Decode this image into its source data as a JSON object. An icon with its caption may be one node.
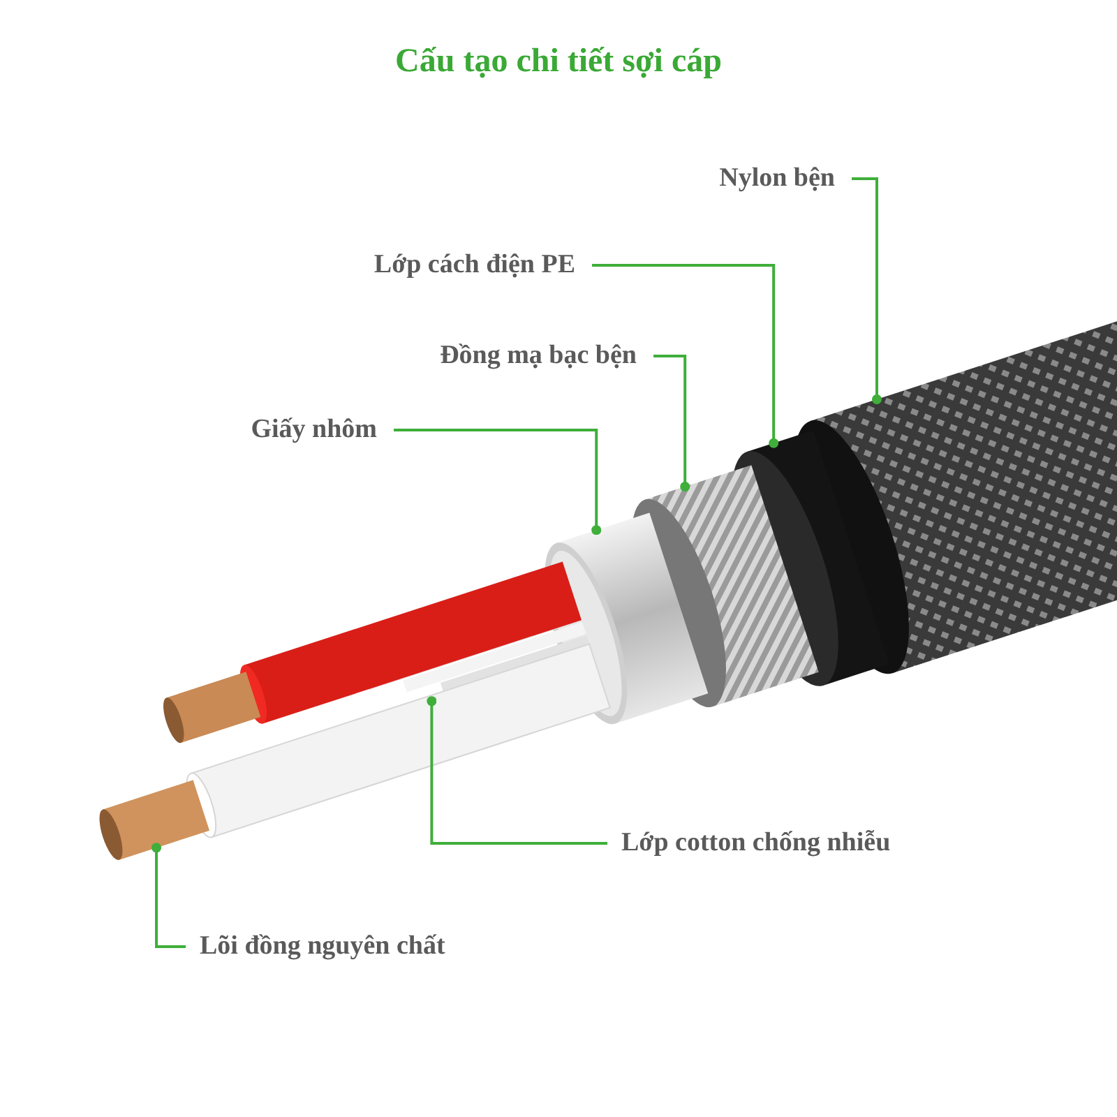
{
  "diagram": {
    "title": "Cấu tạo chi tiết sợi cáp",
    "nodes": [
      {
        "text": [
          "Nylon bện"
        ]
      },
      {
        "text": [
          "Lớp cách điện PE"
        ]
      },
      {
        "text": [
          "Đồng mạ bạc bện"
        ]
      },
      {
        "text": [
          "Giấy nhôm"
        ]
      },
      {
        "text": [
          "Lớp cotton chống nhiễu"
        ]
      },
      {
        "text": [
          "Lõi đồng nguyên chất"
        ]
      }
    ],
    "edges": [
      {
        "from": 0,
        "to": null,
        "arrow": "other"
      },
      {
        "from": 1,
        "to": null,
        "arrow": "other"
      },
      {
        "from": 2,
        "to": null,
        "arrow": "other"
      },
      {
        "from": 3,
        "to": null,
        "arrow": "other"
      },
      {
        "from": 4,
        "to": null,
        "arrow": "other"
      },
      {
        "from": 5,
        "to": null,
        "arrow": "other"
      }
    ]
  }
}
